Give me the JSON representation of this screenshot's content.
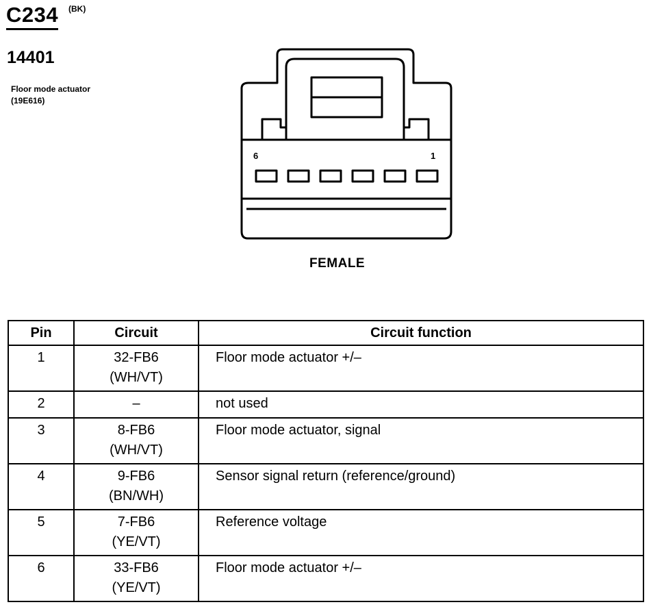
{
  "header": {
    "connector_id": "C234",
    "color_code": "(BK)",
    "part_number": "14401",
    "description_line1": "Floor mode actuator",
    "description_line2": "(19E616)"
  },
  "connector": {
    "pin_left_label": "6",
    "pin_right_label": "1",
    "gender_label": "FEMALE"
  },
  "table": {
    "headers": [
      "Pin",
      "Circuit",
      "Circuit function"
    ],
    "rows": [
      {
        "pin": "1",
        "circuit": "32-FB6",
        "color": "(WH/VT)",
        "function": "Floor mode actuator  +/–"
      },
      {
        "pin": "2",
        "circuit": "–",
        "color": "",
        "function": "not used"
      },
      {
        "pin": "3",
        "circuit": "8-FB6",
        "color": "(WH/VT)",
        "function": "Floor mode actuator, signal"
      },
      {
        "pin": "4",
        "circuit": "9-FB6",
        "color": "(BN/WH)",
        "function": "Sensor signal return (reference/ground)"
      },
      {
        "pin": "5",
        "circuit": "7-FB6",
        "color": "(YE/VT)",
        "function": "Reference voltage"
      },
      {
        "pin": "6",
        "circuit": "33-FB6",
        "color": "(YE/VT)",
        "function": "Floor mode actuator  +/–"
      }
    ]
  }
}
